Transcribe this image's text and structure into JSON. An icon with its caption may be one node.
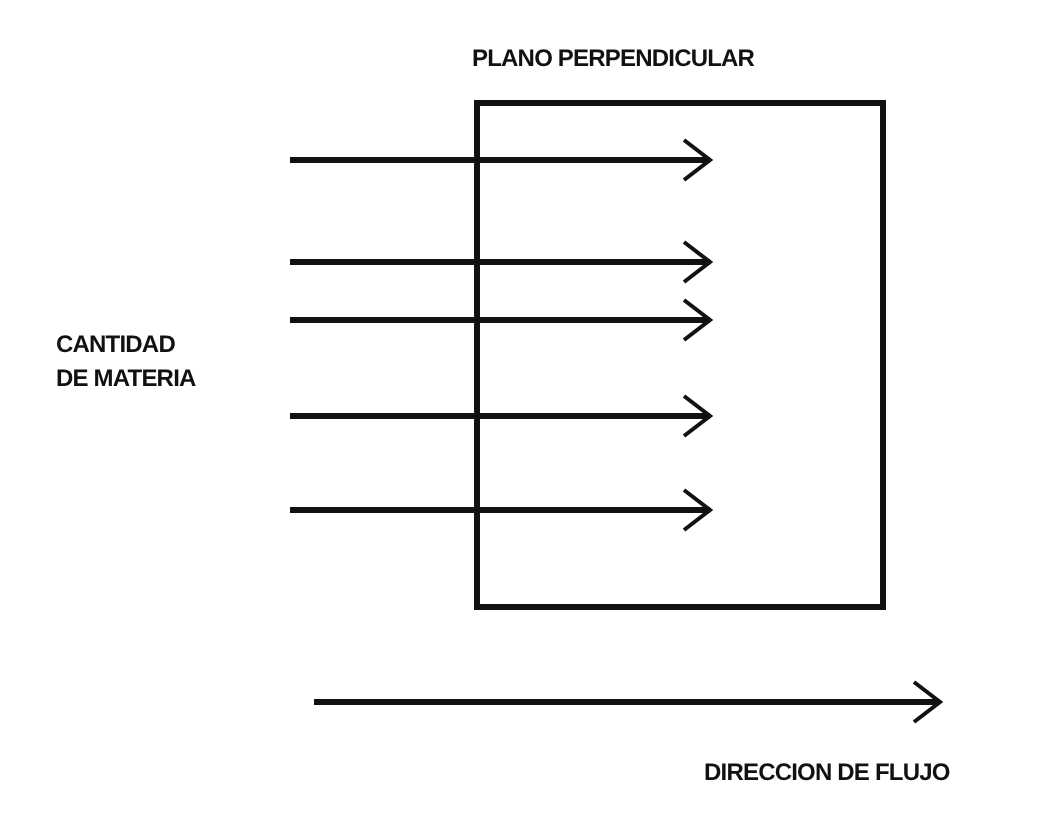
{
  "diagram": {
    "nodes": [
      {
        "text": [
          "PLANO PERPENDICULAR"
        ]
      }
    ],
    "labels": [
      "CANTIDAD DE MATERIA",
      "DIRECCION DE FLUJO"
    ]
  }
}
